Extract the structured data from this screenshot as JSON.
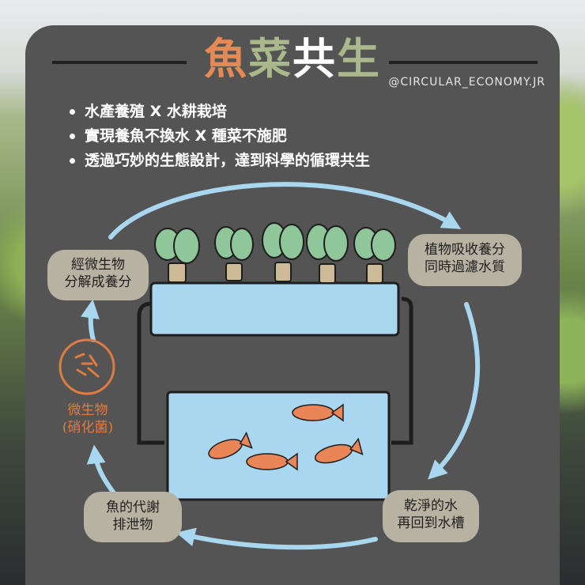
{
  "header": {
    "title_chars": [
      "魚",
      "菜",
      "共",
      "生"
    ],
    "title_colors": [
      "#e58a55",
      "#a9b98a",
      "#ffffff",
      "#a9b98a"
    ],
    "handle": "@CIRCULAR_ECONOMY.JR"
  },
  "bullets": [
    "水產養殖 X 水耕栽培",
    "實現養魚不換水 X 種菜不施肥",
    "透過巧妙的生態設計，達到科學的循環共生"
  ],
  "cycle": {
    "top_left": [
      "經微生物",
      "分解成養分"
    ],
    "top_right": [
      "植物吸收養分",
      "同時過濾水質"
    ],
    "bottom_right": [
      "乾淨的水",
      "再回到水槽"
    ],
    "bottom_left": [
      "魚的代謝",
      "排泄物"
    ],
    "microbe": [
      "微生物",
      "(硝化菌)"
    ]
  },
  "colors": {
    "card": "#545454",
    "bubble": "#b8b2a3",
    "water": "#a9d7ef",
    "arrow": "#a9d7ef",
    "fish": "#e98557",
    "plant": "#8fc79a",
    "pot": "#cdbb98",
    "microbe": "#e07b44"
  }
}
